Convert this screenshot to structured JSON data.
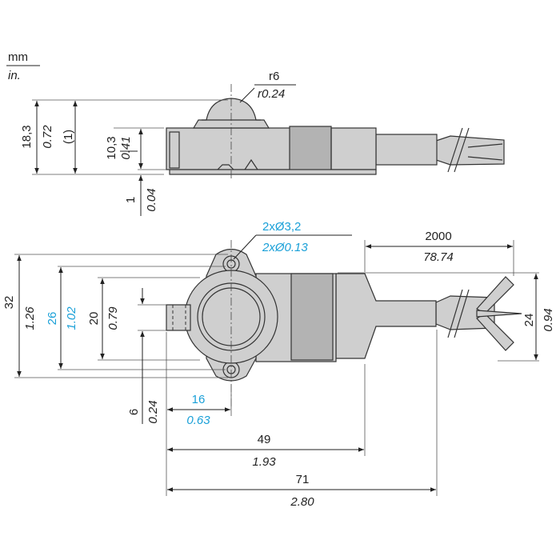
{
  "units": {
    "metric": "mm",
    "imperial": "in."
  },
  "radius": {
    "mm": "r6",
    "in": "r0.24"
  },
  "holes": {
    "mm": "2xØ3,2",
    "in": "2xØ0.13"
  },
  "cable_length": {
    "mm": "2000",
    "in": "78.74"
  },
  "side_view": {
    "total_height": {
      "mm": "18,3",
      "in": "0.72",
      "note": "(1)"
    },
    "body_height": {
      "mm": "10,3",
      "in": "0.41"
    },
    "base_offset": {
      "mm": "1",
      "in": "0.04"
    }
  },
  "top_view": {
    "flange_width": {
      "mm": "32",
      "in": "1.26"
    },
    "hole_spacing": {
      "mm": "26",
      "in": "1.02"
    },
    "body_width": {
      "mm": "20",
      "in": "0.79"
    },
    "cable_gland": {
      "mm": "24",
      "in": "0.94"
    },
    "shaft_offset": {
      "mm": "6",
      "in": "0.24"
    },
    "hole_offset": {
      "mm": "16",
      "in": "0.63"
    },
    "body_length": {
      "mm": "49",
      "in": "1.93"
    },
    "overall_length": {
      "mm": "71",
      "in": "2.80"
    }
  },
  "colors": {
    "dimension_text": "#222222",
    "highlight_text": "#1aa0d8",
    "part_fill": "#cfcfcf"
  }
}
